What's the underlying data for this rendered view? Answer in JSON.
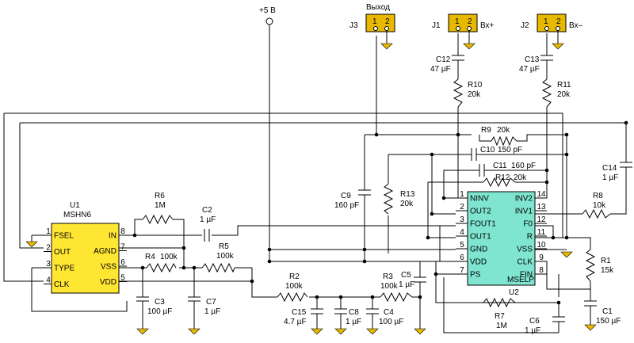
{
  "colors": {
    "u1_fill": "#ffe633",
    "u2_fill": "#7fe5d0",
    "ground": "#e6b800",
    "header": "#e6b800"
  },
  "supply": {
    "label": "+5 В"
  },
  "connectors": {
    "j3": {
      "ref": "J3",
      "title": "Выход",
      "pin1": "1",
      "pin2": "2"
    },
    "j1": {
      "ref": "J1",
      "title": "Вх+",
      "pin1": "1",
      "pin2": "2"
    },
    "j2": {
      "ref": "J2",
      "title": "Вх–",
      "pin1": "1",
      "pin2": "2"
    }
  },
  "u1": {
    "ref": "U1",
    "part": "MSHN6",
    "pins_left": [
      {
        "num": "1",
        "name": "FSEL"
      },
      {
        "num": "2",
        "name": "OUT"
      },
      {
        "num": "3",
        "name": "TYPE"
      },
      {
        "num": "4",
        "name": "CLK"
      }
    ],
    "pins_right": [
      {
        "num": "8",
        "name": "IN"
      },
      {
        "num": "7",
        "name": "AGND"
      },
      {
        "num": "6",
        "name": "VSS"
      },
      {
        "num": "5",
        "name": "VDD"
      }
    ]
  },
  "u2": {
    "ref": "U2",
    "part": "MSELP",
    "pins_left": [
      {
        "num": "1",
        "name": "NINV"
      },
      {
        "num": "2",
        "name": "OUT2"
      },
      {
        "num": "3",
        "name": "FOUT1"
      },
      {
        "num": "4",
        "name": "OUT1"
      },
      {
        "num": "5",
        "name": "GND"
      },
      {
        "num": "6",
        "name": "VDD"
      },
      {
        "num": "7",
        "name": "PS"
      }
    ],
    "pins_right": [
      {
        "num": "14",
        "name": "INV2"
      },
      {
        "num": "13",
        "name": "INV1"
      },
      {
        "num": "12",
        "name": "F0"
      },
      {
        "num": "11",
        "name": "R"
      },
      {
        "num": "10",
        "name": "VSS"
      },
      {
        "num": "9",
        "name": "CLK"
      },
      {
        "num": "8",
        "name": "FIN"
      }
    ]
  },
  "resistors": {
    "r1": {
      "ref": "R1",
      "value": "15k"
    },
    "r2": {
      "ref": "R2",
      "value": "100k"
    },
    "r3": {
      "ref": "R3",
      "value": "100k"
    },
    "r4": {
      "ref": "R4",
      "value": "100k"
    },
    "r5": {
      "ref": "R5",
      "value": "100k"
    },
    "r6": {
      "ref": "R6",
      "value": "1M"
    },
    "r7": {
      "ref": "R7",
      "value": "1M"
    },
    "r8": {
      "ref": "R8",
      "value": "10k"
    },
    "r9": {
      "ref": "R9",
      "value": "20k"
    },
    "r10": {
      "ref": "R10",
      "value": "20k"
    },
    "r11": {
      "ref": "R11",
      "value": "20k"
    },
    "r12": {
      "ref": "R12",
      "value": "20k"
    },
    "r13": {
      "ref": "R13",
      "value": "20k"
    }
  },
  "capacitors": {
    "c1": {
      "ref": "C1",
      "value": "150 µF"
    },
    "c2": {
      "ref": "C2",
      "value": "1 µF"
    },
    "c3": {
      "ref": "C3",
      "value": "100 µF"
    },
    "c4": {
      "ref": "C4",
      "value": "100 µF"
    },
    "c5": {
      "ref": "C5",
      "value": "1 µF"
    },
    "c6": {
      "ref": "C6",
      "value": "1 µF"
    },
    "c7": {
      "ref": "C7",
      "value": "1 µF"
    },
    "c8": {
      "ref": "C8",
      "value": "1 µF"
    },
    "c9": {
      "ref": "C9",
      "value": "160 pF"
    },
    "c10": {
      "ref": "C10",
      "value": "150 pF"
    },
    "c11": {
      "ref": "C11",
      "value": "160 pF"
    },
    "c12": {
      "ref": "C12",
      "value": "47 µF"
    },
    "c13": {
      "ref": "C13",
      "value": "47 µF"
    },
    "c14": {
      "ref": "C14",
      "value": "1 µF"
    },
    "c15": {
      "ref": "C15",
      "value": "4.7 µF"
    }
  }
}
